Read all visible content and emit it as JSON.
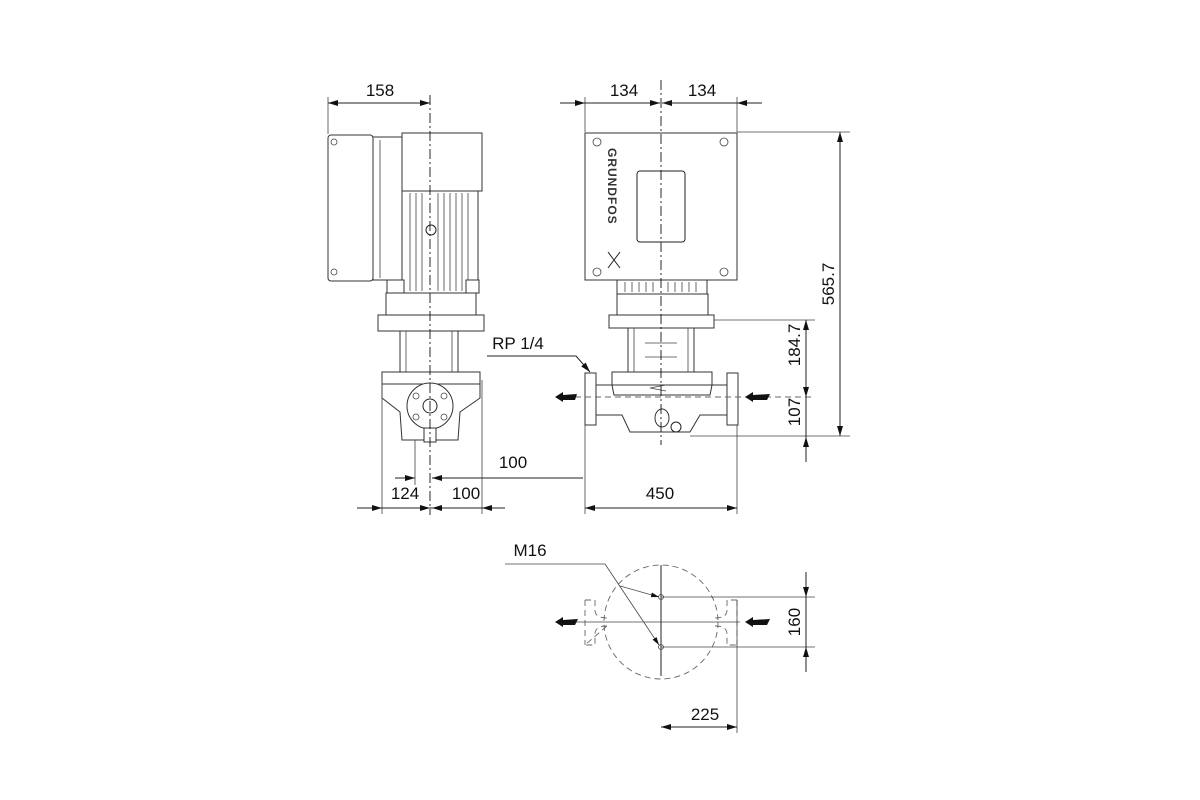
{
  "drawing": {
    "brand_logo": "GRUNDFOS",
    "side_view": {
      "dim_width_half": "158",
      "dim_base_left": "124",
      "dim_base_right": "100",
      "dim_pipe_offset": "100"
    },
    "front_view": {
      "dim_left_half": "134",
      "dim_right_half": "134",
      "dim_total_height": "565.7",
      "dim_flange_to_head": "184.7",
      "dim_base_to_centre": "107",
      "dim_port_to_port": "450",
      "port_label": "RP 1/4"
    },
    "foundation_view": {
      "bolt_label": "M16",
      "dim_bolt_spacing": "160",
      "dim_half_length": "225"
    }
  }
}
